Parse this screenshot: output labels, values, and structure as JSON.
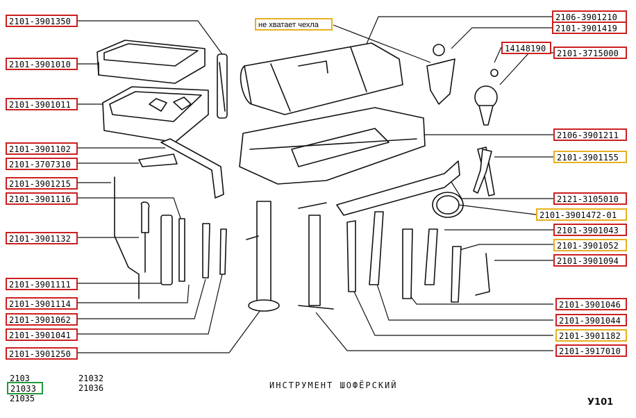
{
  "labels": {
    "l1": "2101-3901350",
    "l2": "2101-3901010",
    "l3": "2101-3901011",
    "l4": "2101-3901102",
    "l5": "2101-3707310",
    "l6": "2101-3901215",
    "l7": "2101-3901116",
    "l8": "2101-3901132",
    "l9": "2101-3901111",
    "l10": "2101-3901114",
    "l11": "2101-3901062",
    "l12": "2101-3901041",
    "l13": "2101-3901250",
    "r1": "2106-3901210",
    "r2": "2101-3901419",
    "r3": "14148190",
    "r4": "2101-3715000",
    "r5": "2106-3901211",
    "r6": "2101-3901155",
    "r7": "2121-3105010",
    "r8": "2101-3901472-01",
    "r9": "2101-3901043",
    "r10": "2101-3901052",
    "r11": "2101-3901094",
    "r12": "2101-3901046",
    "r13": "2101-3901044",
    "r14": "2101-3901182",
    "r15": "2101-3917010"
  },
  "note": "не хватает чехла",
  "models": {
    "m1": "2103",
    "m2": "21033",
    "m3": "21035",
    "m4": "21032",
    "m5": "21036"
  },
  "caption": "ИНСТРУМЕНТ ШОФЁРСКИЙ",
  "sheet_code": "У101",
  "colors": {
    "required": "#cc1f1f",
    "optional": "#e8b020",
    "model": "#1f9a3a"
  }
}
